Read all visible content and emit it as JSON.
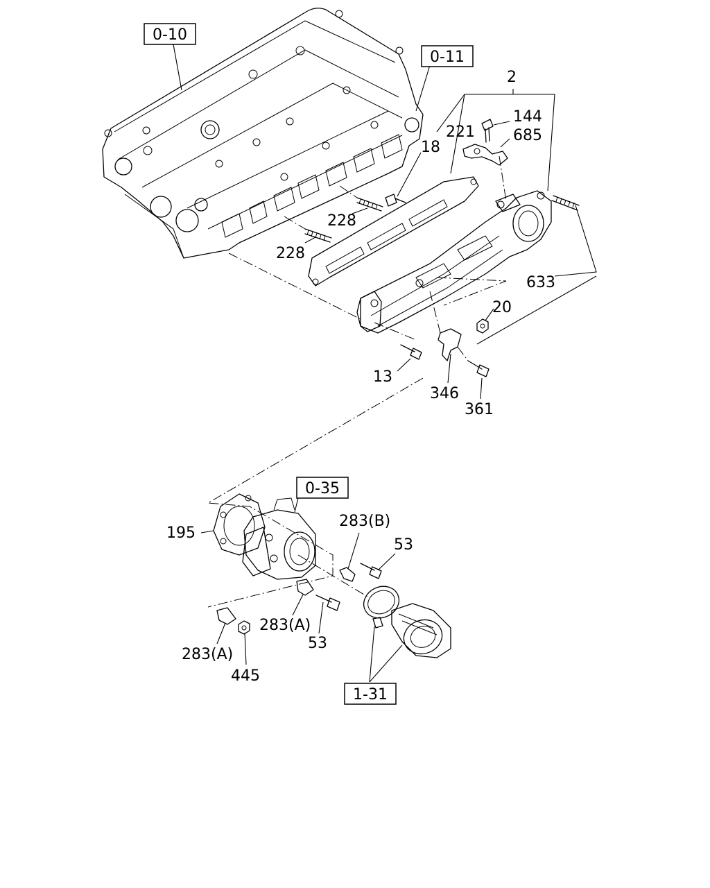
{
  "refs": {
    "r_0_10": "0-10",
    "r_0_11": "0-11",
    "r_0_35": "0-35",
    "r_1_31": "1-31"
  },
  "parts": {
    "p2": "2",
    "p144": "144",
    "p221": "221",
    "p685": "685",
    "p18": "18",
    "p228a": "228",
    "p228b": "228",
    "p633": "633",
    "p20": "20",
    "p13": "13",
    "p346": "346",
    "p361": "361",
    "p195": "195",
    "p283b": "283(B)",
    "p53a": "53",
    "p283a1": "283(A)",
    "p53b": "53",
    "p283a2": "283(A)",
    "p445": "445"
  }
}
